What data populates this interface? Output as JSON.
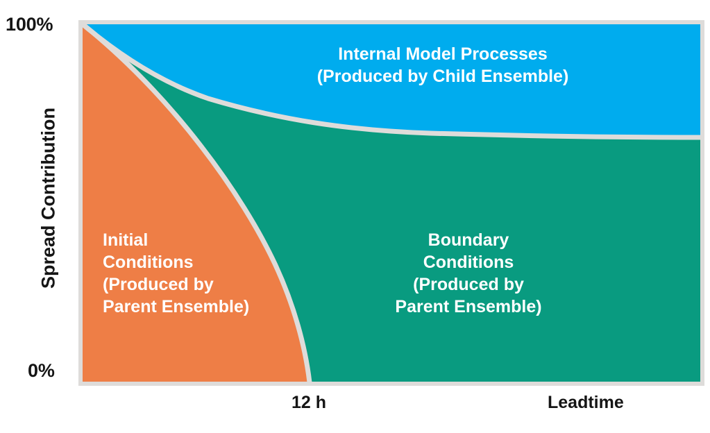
{
  "figure": {
    "kind": "stacked-area-schematic",
    "background": "#ffffff"
  },
  "axes": {
    "y_axis_title": "Spread Contribution",
    "y_ticks": [
      "100%",
      "0%"
    ],
    "y_top_label": "100%",
    "y_bottom_label": "0%",
    "x_tick_label": "12 h",
    "x_axis_title": "Leadtime"
  },
  "bands": {
    "blue": {
      "name": "Internal Model Processes",
      "line1": "Internal Model Processes",
      "line2": "(Produced by Child Ensemble)",
      "text": "Internal Model Processes\n(Produced by Child Ensemble)",
      "color": "#00ACEE"
    },
    "orange": {
      "name": "Initial Conditions",
      "line1": "Initial",
      "line2": "Conditions",
      "line3": "(Produced by",
      "line4": "Parent Ensemble)",
      "text": "Initial\nConditions\n(Produced by\nParent Ensemble)",
      "color": "#EE7E46"
    },
    "green": {
      "name": "Boundary Conditions",
      "line1": "Boundary",
      "line2": "Conditions",
      "line3": "(Produced by",
      "line4": "Parent Ensemble)",
      "text": "Boundary\nConditions\n(Produced by\nParent Ensemble)",
      "color": "#099B80"
    }
  },
  "style": {
    "separator_color": "#DEDCDA",
    "frame_color": "#DEDCDA",
    "text_color": "#151515",
    "band_text_color": "#FFFFFF"
  },
  "chart_data": {
    "type": "area",
    "title": "",
    "xlabel": "Leadtime",
    "ylabel": "Spread Contribution",
    "ylim": [
      0,
      100
    ],
    "xlim": [
      0,
      36
    ],
    "grid": false,
    "legend": "inline-annotations",
    "stacked": true,
    "normalized_percent": true,
    "x_tick_labels": [
      "12 h"
    ],
    "x_tick_values": [
      12
    ],
    "y_tick_labels": [
      "0%",
      "100%"
    ],
    "y_tick_values": [
      0,
      100
    ],
    "x": [
      0,
      1,
      2,
      3,
      4,
      5,
      6,
      7,
      8,
      9,
      10,
      11,
      12,
      15,
      18,
      24,
      30,
      36
    ],
    "series": [
      {
        "name": "Initial Conditions (Produced by Parent Ensemble)",
        "color": "#EE7E46",
        "stack_order": 1,
        "values": [
          100,
          82,
          68,
          57,
          48,
          40,
          33,
          27,
          21,
          15,
          10,
          5,
          0,
          0,
          0,
          0,
          0,
          0
        ]
      },
      {
        "name": "Boundary Conditions (Produced by Parent Ensemble)",
        "color": "#099B80",
        "stack_order": 2,
        "values": [
          0,
          14,
          23,
          30,
          36,
          42,
          47,
          52,
          56,
          60,
          64,
          66,
          68,
          68,
          68,
          68,
          68,
          68
        ]
      },
      {
        "name": "Internal Model Processes (Produced by Child Ensemble)",
        "color": "#00ACEE",
        "stack_order": 3,
        "values": [
          0,
          4,
          9,
          13,
          16,
          18,
          20,
          21,
          23,
          25,
          26,
          29,
          32,
          32,
          32,
          32,
          32,
          32
        ]
      }
    ],
    "annotations": [
      {
        "text": "Internal Model Processes\n(Produced by Child Ensemble)",
        "band": "blue"
      },
      {
        "text": "Initial\nConditions\n(Produced by\nParent Ensemble)",
        "band": "orange"
      },
      {
        "text": "Boundary\nConditions\n(Produced by\nParent Ensemble)",
        "band": "green"
      }
    ]
  }
}
